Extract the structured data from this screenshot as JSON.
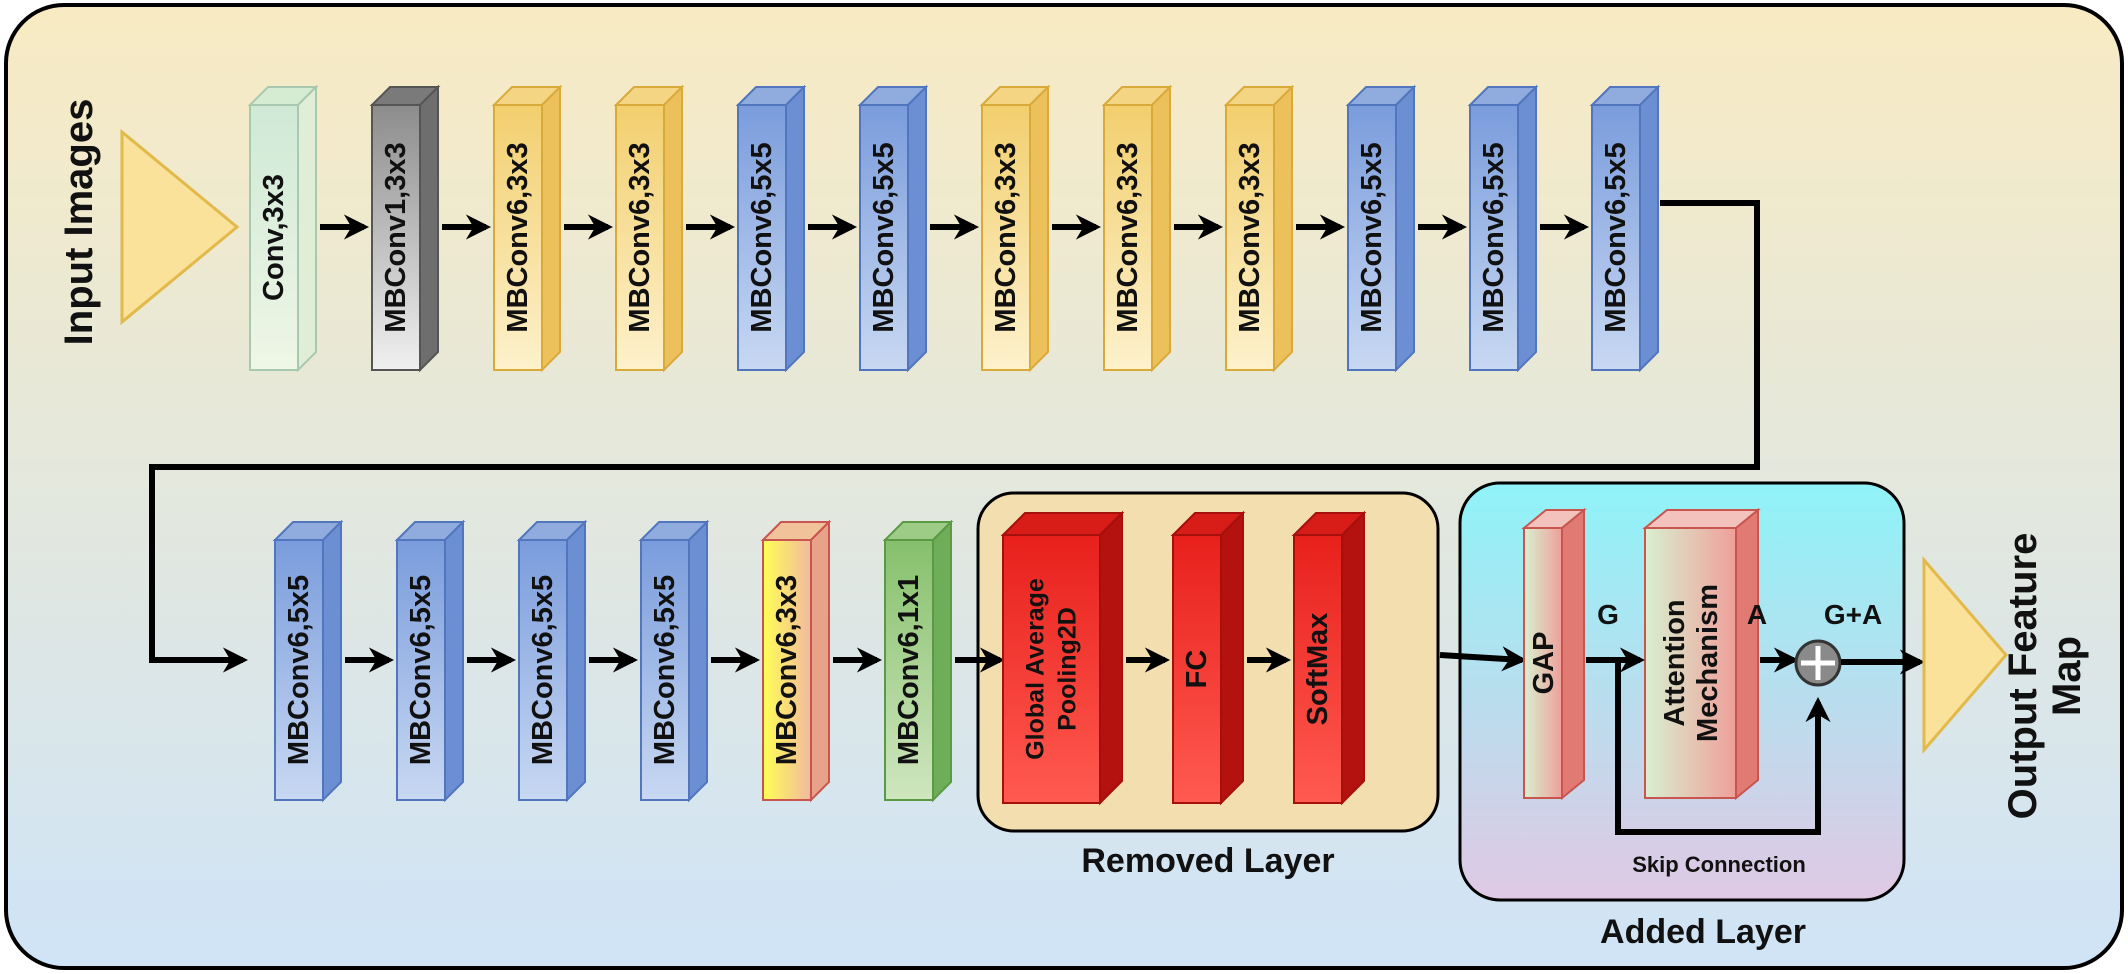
{
  "side_labels": {
    "input": "Input Images",
    "output_line1": "Output Feature",
    "output_line2": "Map"
  },
  "row1": [
    {
      "label": "Conv,3x3",
      "color": "green_light"
    },
    {
      "label": "MBConv1,3x3",
      "color": "gray"
    },
    {
      "label": "MBConv6,3x3",
      "color": "yellow"
    },
    {
      "label": "MBConv6,3x3",
      "color": "yellow"
    },
    {
      "label": "MBConv6,5x5",
      "color": "blue"
    },
    {
      "label": "MBConv6,5x5",
      "color": "blue"
    },
    {
      "label": "MBConv6,3x3",
      "color": "yellow"
    },
    {
      "label": "MBConv6,3x3",
      "color": "yellow"
    },
    {
      "label": "MBConv6,3x3",
      "color": "yellow"
    },
    {
      "label": "MBConv6,5x5",
      "color": "blue"
    },
    {
      "label": "MBConv6,5x5",
      "color": "blue"
    },
    {
      "label": "MBConv6,5x5",
      "color": "blue"
    }
  ],
  "row2": [
    {
      "label": "MBConv6,5x5",
      "color": "blue"
    },
    {
      "label": "MBConv6,5x5",
      "color": "blue"
    },
    {
      "label": "MBConv6,5x5",
      "color": "blue"
    },
    {
      "label": "MBConv6,5x5",
      "color": "blue"
    },
    {
      "label": "MBConv6,3x3",
      "color": "yellow_red"
    },
    {
      "label": "MBConv6,1x1",
      "color": "green"
    }
  ],
  "removed_layer": {
    "caption": "Removed Layer",
    "blocks": [
      {
        "line1": "Global Average",
        "line2": "Pooling2D"
      },
      {
        "line1": "FC",
        "line2": ""
      },
      {
        "line1": "SoftMax",
        "line2": ""
      }
    ]
  },
  "added_layer": {
    "caption": "Added Layer",
    "gap_label": "GAP",
    "attention_line1": "Attention",
    "attention_line2": "Mechanism",
    "g_label": "G",
    "a_label": "A",
    "ga_label": "G+A",
    "skip_label": "Skip Connection"
  },
  "colors": {
    "green_light": "#dcefd8",
    "gray": "#9a9a9a",
    "yellow": "#f5d77a",
    "blue": "#86a6e0",
    "yellow_red": "#f7e96a",
    "green": "#8fc37a",
    "red": "#ee2a24",
    "removed_bg": "#f2deae",
    "added_bg_top": "#8ff3f8",
    "added_bg_bottom": "#d9cde6"
  }
}
